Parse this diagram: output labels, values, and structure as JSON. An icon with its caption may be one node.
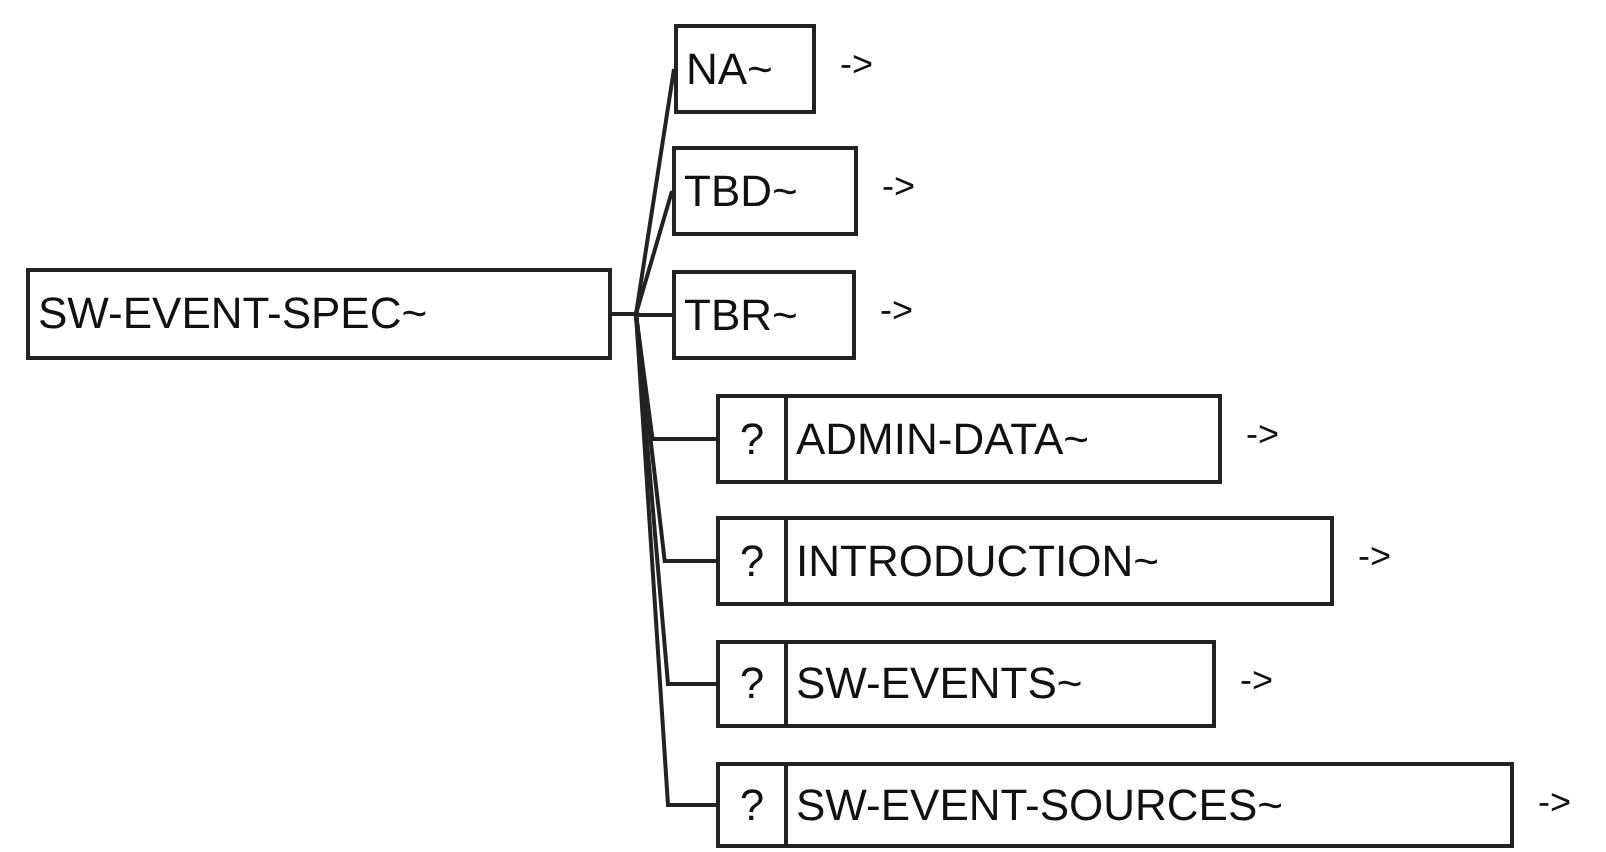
{
  "diagram": {
    "nodes": [
      {
        "text": [
          "SW-EVENT-SPEC~"
        ]
      },
      {
        "text": [
          "NA~"
        ],
        "beside": [
          "->"
        ]
      },
      {
        "text": [
          "TBD~"
        ],
        "beside": [
          "->"
        ]
      },
      {
        "text": [
          "TBR~"
        ],
        "beside": [
          "->"
        ]
      },
      {
        "text": [
          "?",
          "ADMIN-DATA~"
        ],
        "beside": [
          "->"
        ]
      },
      {
        "text": [
          "?",
          "INTRODUCTION~"
        ],
        "beside": [
          "->"
        ]
      },
      {
        "text": [
          "?",
          "SW-EVENTS~"
        ],
        "beside": [
          "->"
        ]
      },
      {
        "text": [
          "?",
          "SW-EVENT-SOURCES~"
        ],
        "beside": [
          "->"
        ]
      }
    ],
    "edges": [
      {
        "from": 0,
        "to": 1,
        "arrow": "none"
      },
      {
        "from": 0,
        "to": 2,
        "arrow": "none"
      },
      {
        "from": 0,
        "to": 3,
        "arrow": "none"
      },
      {
        "from": 0,
        "to": 4,
        "arrow": "none"
      },
      {
        "from": 0,
        "to": 5,
        "arrow": "none"
      },
      {
        "from": 0,
        "to": 6,
        "arrow": "none"
      },
      {
        "from": 0,
        "to": 7,
        "arrow": "none"
      }
    ]
  }
}
